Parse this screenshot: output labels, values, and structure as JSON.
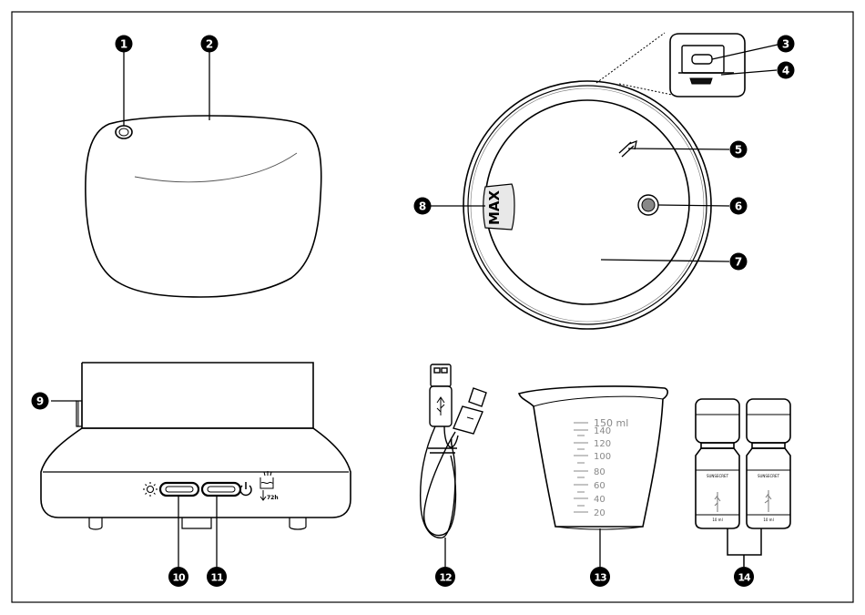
{
  "callouts": [
    "1",
    "2",
    "3",
    "4",
    "5",
    "6",
    "7",
    "8",
    "9",
    "10",
    "11",
    "12",
    "13",
    "14"
  ],
  "max_marking": "MAX",
  "cup": {
    "ticks": [
      "150 ml",
      "140",
      "120",
      "100",
      "80",
      "60",
      "40",
      "20"
    ]
  },
  "bottles": [
    {
      "brand": "SUNSECRET",
      "volume": "10 ml"
    },
    {
      "brand": "SUNSECRET",
      "volume": "10 ml"
    }
  ],
  "timer_label": "72h",
  "colors": {
    "line": "#000000",
    "callout_fill": "#000000",
    "tick_text": "#888888",
    "background": "#ffffff"
  },
  "icons": [
    "light-icon",
    "power-icon",
    "mist-timer-icon",
    "usb-icon"
  ]
}
